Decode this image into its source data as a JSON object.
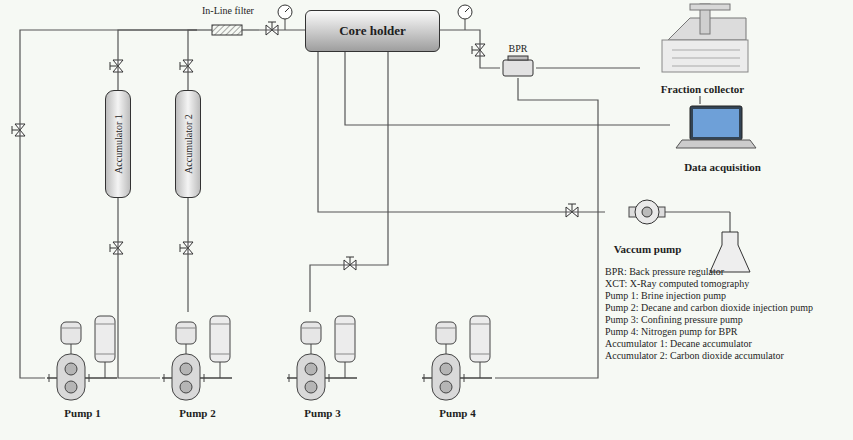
{
  "diagram": {
    "nodes": [
      {
        "text": [
          "In-Line filter"
        ]
      },
      {
        "text": [
          "Core holder"
        ]
      },
      {
        "text": [
          "BPR"
        ]
      },
      {
        "text": [
          "Fraction collector"
        ]
      },
      {
        "text": [
          "Data acquisition"
        ]
      },
      {
        "text": [
          "Accumulator 1"
        ]
      },
      {
        "text": [
          "Accumulator 2"
        ]
      },
      {
        "text": [
          "Vaccum pump"
        ]
      },
      {
        "text": [
          "Pump 1"
        ]
      },
      {
        "text": [
          "Pump 2"
        ]
      },
      {
        "text": [
          "Pump 3"
        ]
      },
      {
        "text": [
          "Pump 4"
        ]
      }
    ],
    "edges": [
      {
        "from": 8,
        "to": 0,
        "arrow": "none"
      },
      {
        "from": 9,
        "to": 5,
        "arrow": "none"
      },
      {
        "from": 9,
        "to": 6,
        "arrow": "none"
      },
      {
        "from": 5,
        "to": 0,
        "arrow": "none"
      },
      {
        "from": 6,
        "to": 0,
        "arrow": "none"
      },
      {
        "from": 0,
        "to": 1,
        "arrow": "none"
      },
      {
        "from": 1,
        "to": 2,
        "arrow": "none"
      },
      {
        "from": 2,
        "to": 3,
        "arrow": "none"
      },
      {
        "from": 10,
        "to": 1,
        "arrow": "none"
      },
      {
        "from": 11,
        "to": 2,
        "arrow": "none"
      },
      {
        "from": 1,
        "to": 4,
        "arrow": "none"
      },
      {
        "from": 1,
        "to": 7,
        "arrow": "none"
      },
      {
        "from": 3,
        "to": 4,
        "arrow": "none"
      }
    ],
    "labels": [
      "BPR: Back pressure regulator",
      "XCT: X-Ray computed tomography",
      "Pump 1: Brine injection pump",
      "Pump 2: Decane and carbon dioxide injection pump",
      "Pump 3: Confining pressure pump",
      "Pump 4: Nitrogen pump for BPR",
      "Accumulator 1: Decane accumulator",
      "Accumulator 2: Carbon dioxide accumulator"
    ]
  }
}
